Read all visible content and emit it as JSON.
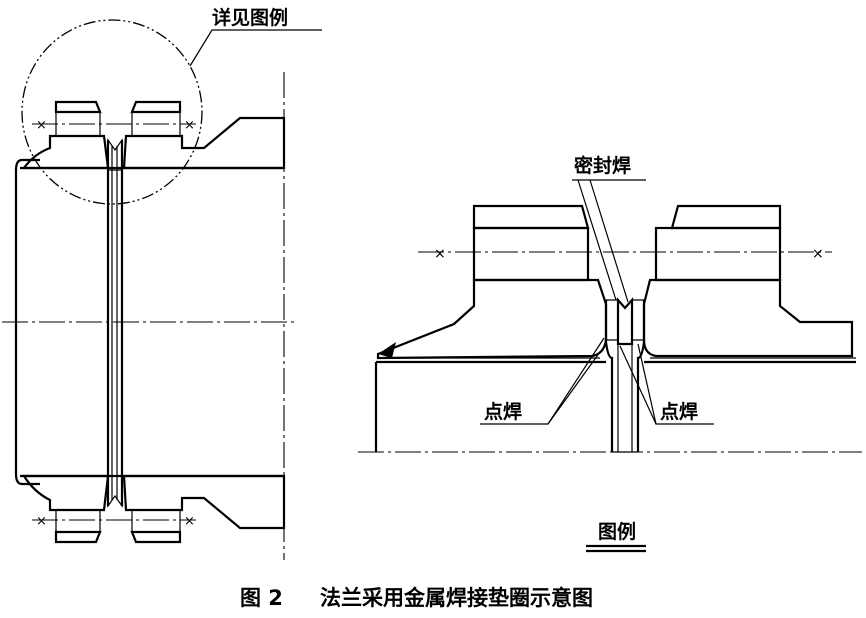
{
  "labels": {
    "detail_callout": "详见图例",
    "seal_weld": "密封焊",
    "spot_weld_left": "点焊",
    "spot_weld_right": "点焊",
    "legend_title": "图例"
  },
  "caption": {
    "figure_number": "图 2",
    "title": "法兰采用金属焊接垫圈示意图"
  },
  "colors": {
    "ink": "#000000",
    "paper": "#ffffff"
  }
}
